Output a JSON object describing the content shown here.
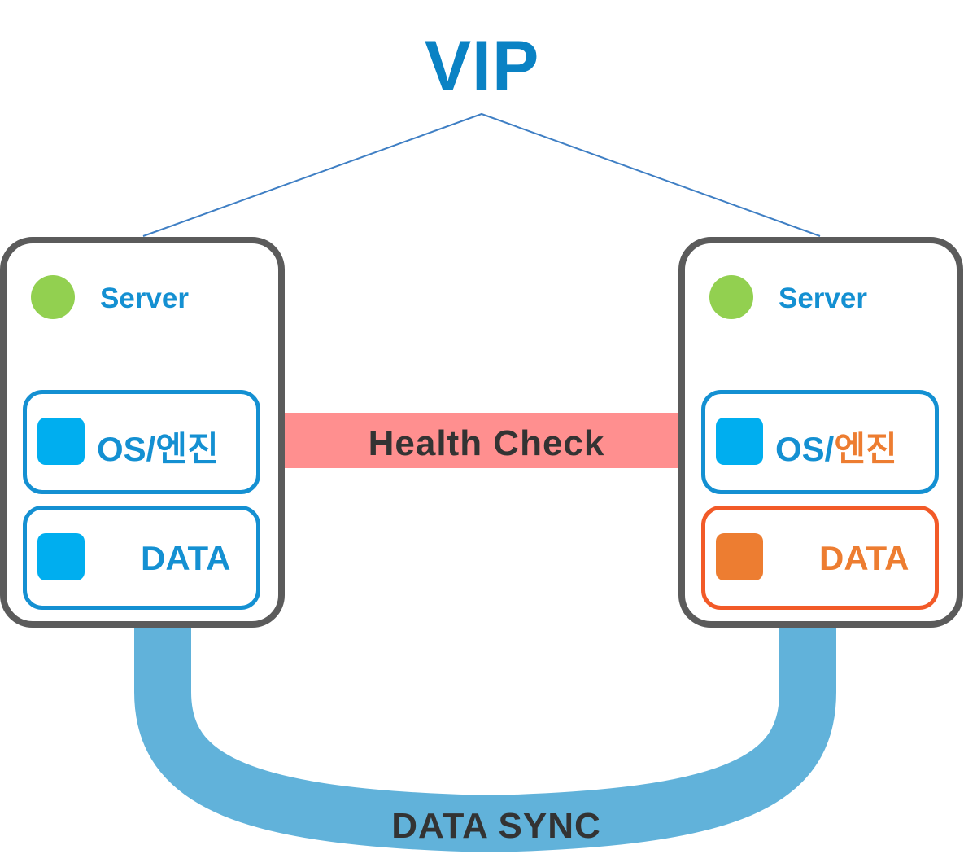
{
  "title": "VIP",
  "link_label": "Health Check",
  "sync_label": "DATA SYNC",
  "colors": {
    "vip": "#0a82c4",
    "server_border": "#5b5b5b",
    "status_dot": "#92d050",
    "primary_blue": "#1490d2",
    "block_blue": "#00aeef",
    "orange_border": "#f25a28",
    "orange": "#ed7d31",
    "health_band": "#ff8f8f",
    "sync_pipe": "#61b2da"
  },
  "servers": [
    {
      "label": "Server",
      "status": "green",
      "os_prefix": "OS/",
      "os_suffix": "엔진",
      "data_label": "DATA",
      "state": "active"
    },
    {
      "label": "Server",
      "status": "green",
      "os_prefix": "OS/",
      "os_suffix": "엔진",
      "data_label": "DATA",
      "state": "standby-highlighted"
    }
  ]
}
